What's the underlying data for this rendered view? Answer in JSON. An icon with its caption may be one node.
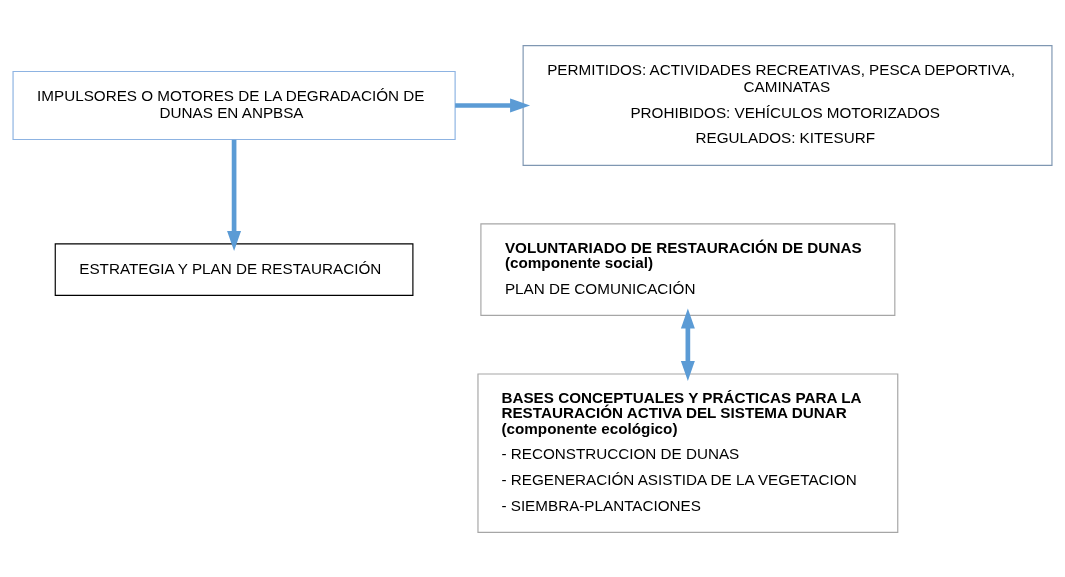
{
  "diagram": {
    "nodes": [
      {
        "text": [
          "IMPULSORES O MOTORES DE LA DEGRADACIÓN DE DUNAS EN ANPBSA"
        ]
      },
      {
        "text": [
          "PERMITIDOS: ACTIVIDADES RECREATIVAS, PESCA DEPORTIVA, CAMINATAS",
          "PROHIBIDOS: VEHÍCULOS MOTORIZADOS",
          "REGULADOS: KITESURF"
        ]
      },
      {
        "text": [
          "ESTRATEGIA Y PLAN DE RESTAURACIÓN"
        ]
      },
      {
        "text": [
          "VOLUNTARIADO DE RESTAURACIÓN DE DUNAS (componente social)",
          "PLAN DE COMUNICACIÓN"
        ]
      },
      {
        "text": [
          "BASES CONCEPTUALES Y PRÁCTICAS PARA LA RESTAURACIÓN ACTIVA DEL SISTEMA DUNAR (componente ecológico)",
          "- RECONSTRUCCION DE DUNAS",
          "- REGENERACIÓN ASISTIDA DE LA VEGETACION",
          "- SIEMBRA-PLANTACIONES"
        ]
      }
    ],
    "edges": [
      {
        "from": 0,
        "to": 1,
        "arrow": "to"
      },
      {
        "from": 0,
        "to": 2,
        "arrow": "to"
      },
      {
        "from": 3,
        "to": 4,
        "arrow": "both"
      }
    ]
  }
}
